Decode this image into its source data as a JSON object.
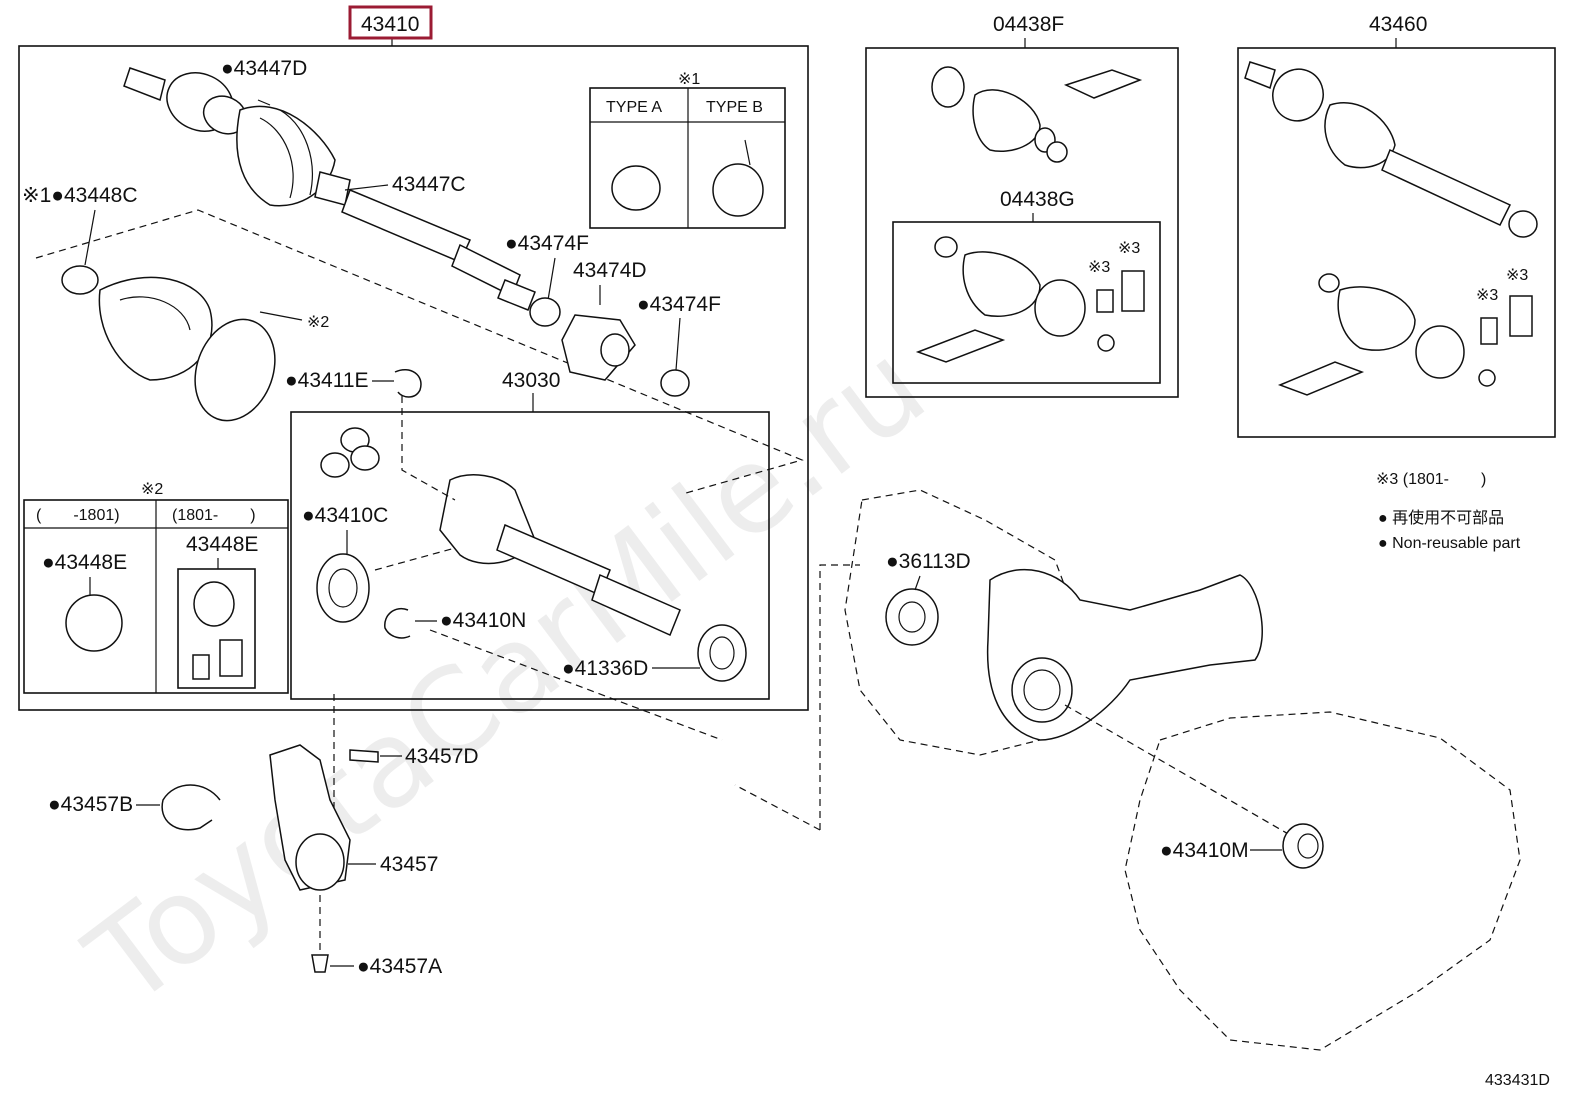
{
  "main_assembly": {
    "highlighted_part": "43410",
    "type_inset": {
      "marker": "※1",
      "type_a": "TYPE A",
      "type_b": "TYPE B"
    },
    "clamp_inset": {
      "marker": "※2",
      "col1": "(　　-1801)",
      "col2": "(1801-　　)"
    },
    "labels": {
      "p43447D": "●43447D",
      "p43447C": "43447C",
      "p43448C": "※1●43448C",
      "note2": "※2",
      "p43474F_a": "●43474F",
      "p43474D": "43474D",
      "p43474F_b": "●43474F",
      "p43411E": "●43411E",
      "p43030": "43030",
      "p43410C": "●43410C",
      "p43410N": "●43410N",
      "p41336D": "●41336D",
      "p43448E_a": "●43448E",
      "p43448E_b": "43448E"
    }
  },
  "kit_04438F": {
    "code": "04438F",
    "sub_code": "04438G",
    "marks": [
      "※3",
      "※3"
    ]
  },
  "kit_43460": {
    "code": "43460",
    "marks": [
      "※3",
      "※3"
    ]
  },
  "bracket_labels": {
    "p43457D": "43457D",
    "p43457B": "●43457B",
    "p43457": "43457",
    "p43457A": "●43457A"
  },
  "diff_labels": {
    "p36113D": "●36113D",
    "p43410M": "●43410M"
  },
  "legend": {
    "note3": "※3 (1801-　　)",
    "line_jp": "● 再使用不可部品",
    "line_en": "● Non-reusable part"
  },
  "diagram_code": "433431D",
  "watermark": "ToyotaCarMile.ru"
}
